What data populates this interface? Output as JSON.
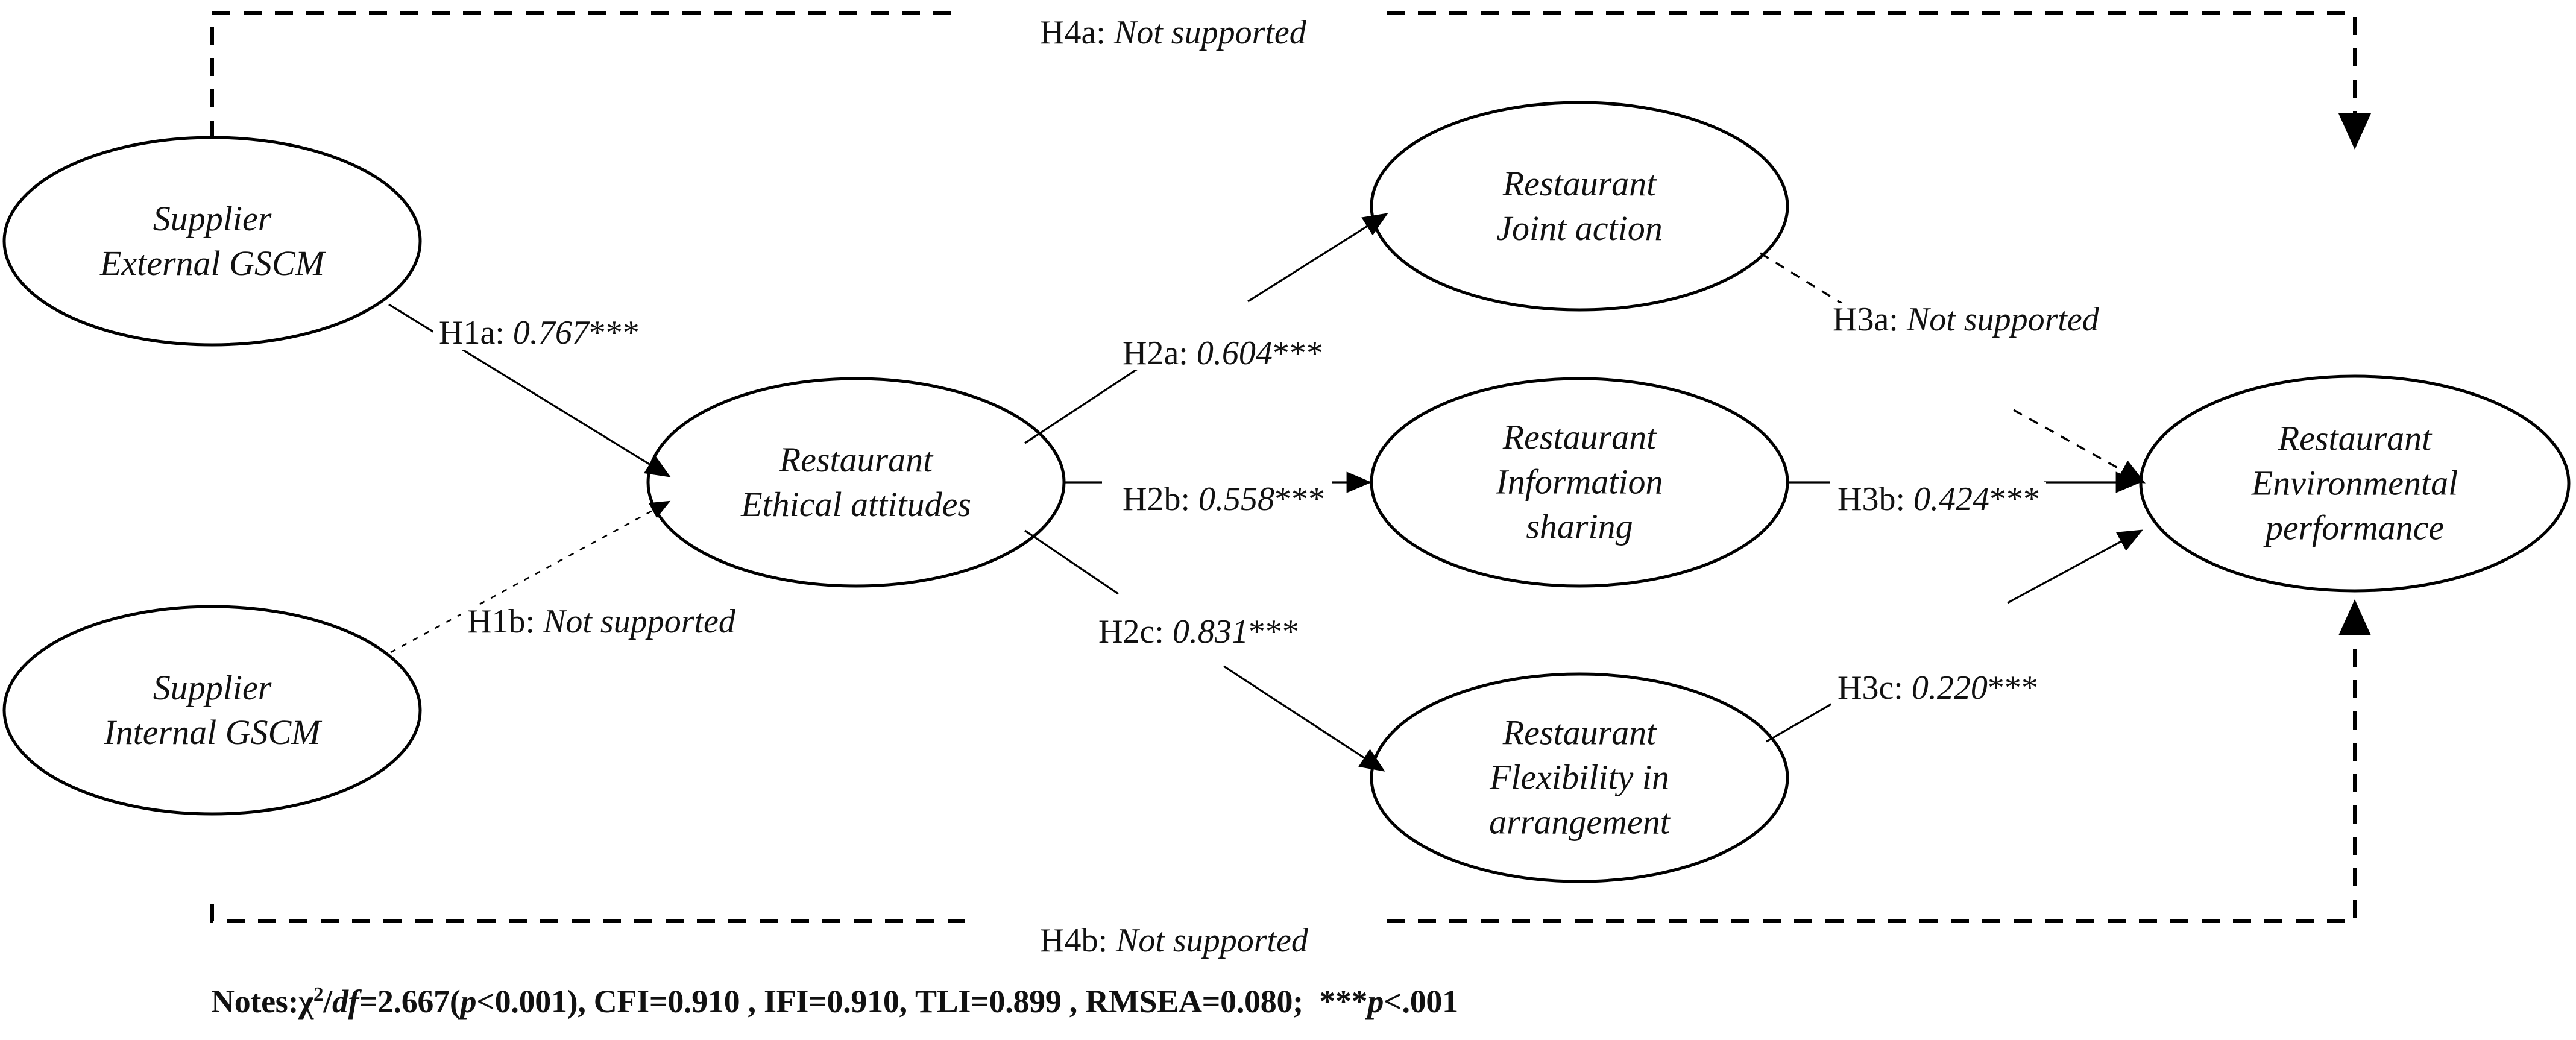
{
  "figure": {
    "type": "structural-equation-model-path-diagram",
    "background": "#ffffff",
    "line_color": "#000000"
  },
  "nodes": {
    "supplier_external": {
      "line1": "Supplier",
      "line2": "External GSCM"
    },
    "supplier_internal": {
      "line1": "Supplier",
      "line2": "Internal GSCM"
    },
    "ethical_attitudes": {
      "line1": "Restaurant",
      "line2": "Ethical attitudes"
    },
    "joint_action": {
      "line1": "Restaurant",
      "line2": "Joint action"
    },
    "information_sharing": {
      "line1": "Restaurant",
      "line2": "Information",
      "line3": "sharing"
    },
    "flexibility": {
      "line1": "Restaurant",
      "line2": "Flexibility in",
      "line3": "arrangement"
    },
    "environmental_performance": {
      "line1": "Restaurant",
      "line2": "Environmental",
      "line3": "performance"
    }
  },
  "paths": {
    "h1a": {
      "hypothesis": "H1a:",
      "value": "0.767",
      "stars": "***",
      "supported": true
    },
    "h1b": {
      "hypothesis": "H1b:",
      "value": "Not supported",
      "stars": "",
      "supported": false
    },
    "h2a": {
      "hypothesis": "H2a:",
      "value": "0.604",
      "stars": "***",
      "supported": true
    },
    "h2b": {
      "hypothesis": "H2b:",
      "value": "0.558",
      "stars": "***",
      "supported": true
    },
    "h2c": {
      "hypothesis": "H2c:",
      "value": "0.831",
      "stars": "***",
      "supported": true
    },
    "h3a": {
      "hypothesis": "H3a:",
      "value": "Not supported",
      "stars": "",
      "supported": false
    },
    "h3b": {
      "hypothesis": "H3b:",
      "value": "0.424",
      "stars": "***",
      "supported": true
    },
    "h3c": {
      "hypothesis": "H3c:",
      "value": "0.220",
      "stars": "***",
      "supported": true
    },
    "h4a": {
      "hypothesis": "H4a:",
      "value": "Not supported",
      "stars": "",
      "supported": false
    },
    "h4b": {
      "hypothesis": "H4b:",
      "value": "Not supported",
      "stars": "",
      "supported": false
    }
  },
  "notes": {
    "prefix": "Notes:",
    "chi": "χ",
    "chi_exp": "2",
    "slash": "/",
    "df": "df",
    "chi_value": "=2.667(",
    "p_italic": "p",
    "p_value": "<0.001),",
    "cfi": "CFI=0.910 ,",
    "ifi": "IFI=0.910,",
    "tli": "TLI=0.899 ,",
    "rmsea": "RMSEA=0.080;",
    "sig_stars": "***",
    "sig_p": "p",
    "sig_value": "<.001",
    "full_text": "Notes:χ2/df=2.667(p<0.001), CFI=0.910 , IFI=0.910, TLI=0.899 , RMSEA=0.080; ***p<.001"
  }
}
